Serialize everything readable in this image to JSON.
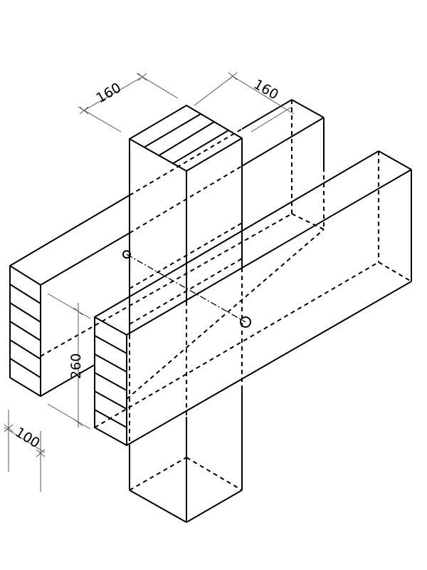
{
  "dimensions": {
    "post_width_left": "160",
    "post_width_right": "160",
    "beam_height": "260",
    "beam_thickness": "100"
  }
}
